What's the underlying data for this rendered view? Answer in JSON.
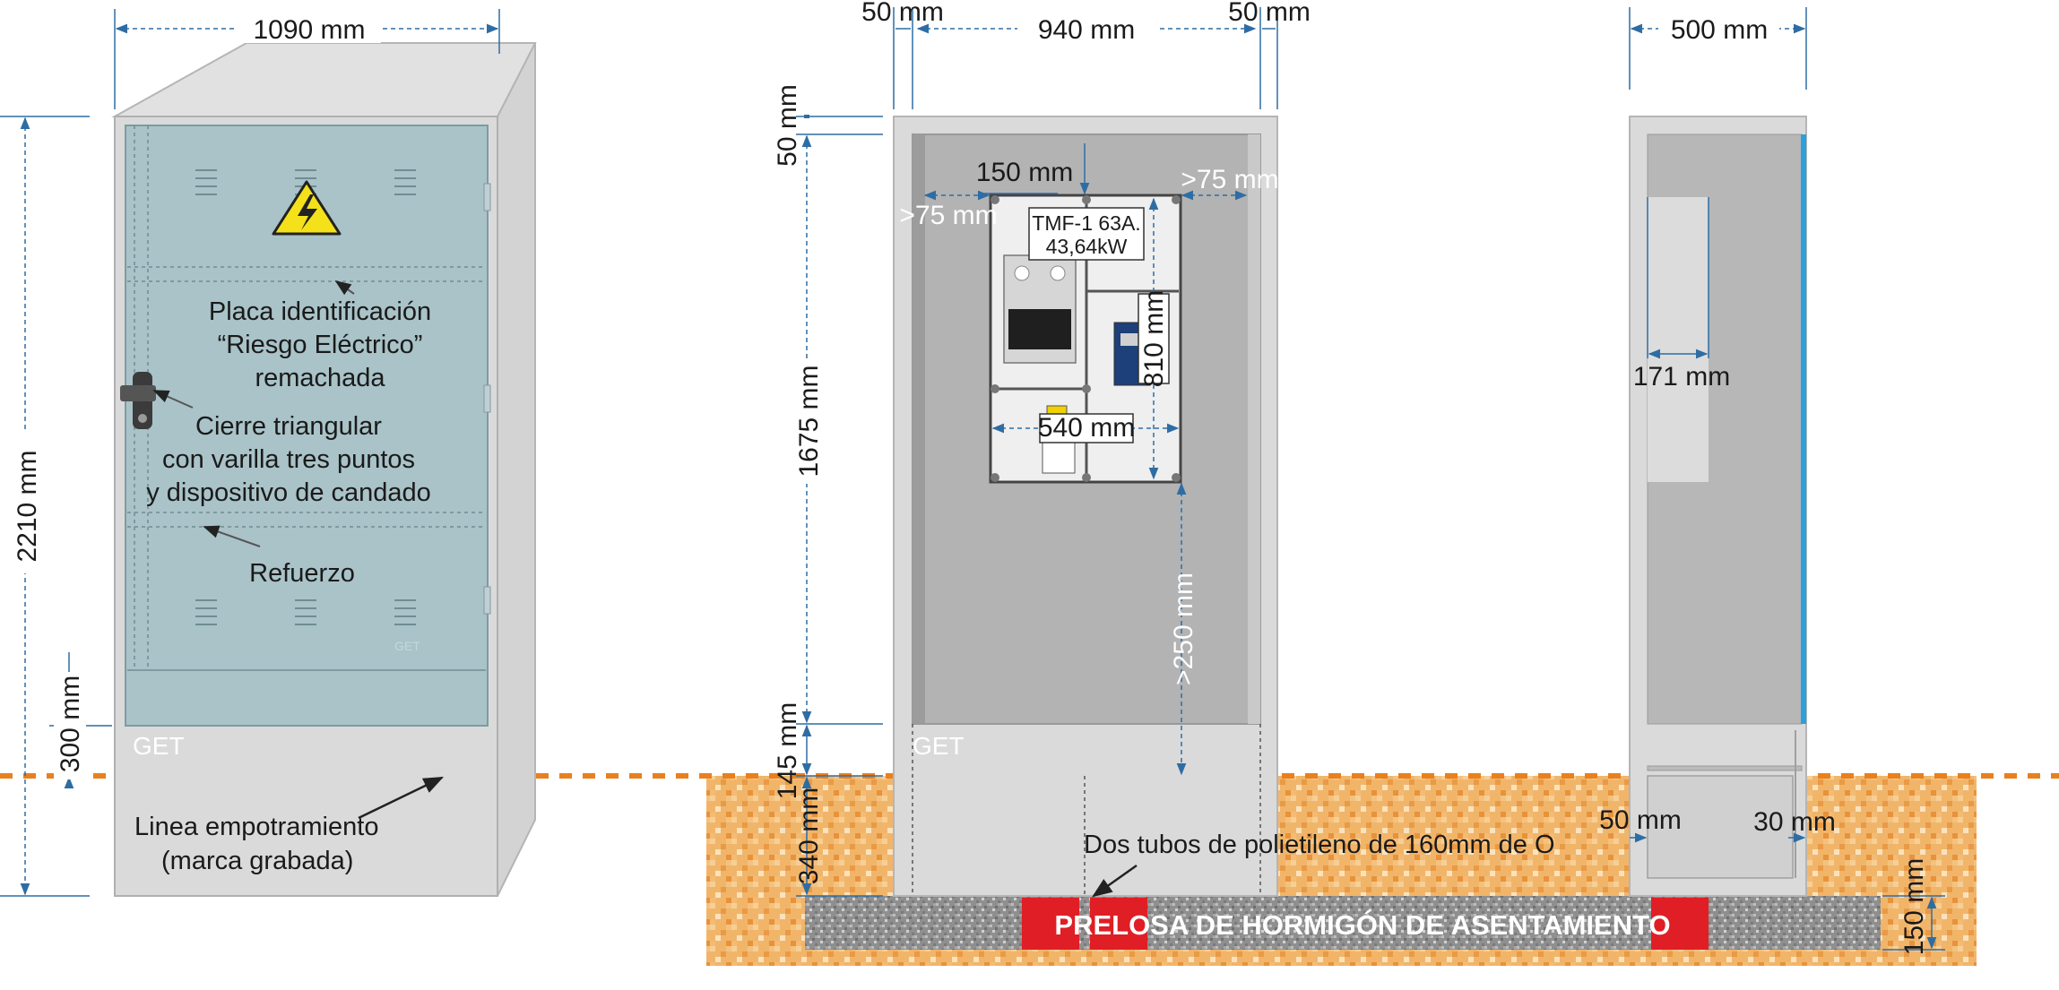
{
  "colors": {
    "door": "#a9c3c8",
    "cabinet": "#dadada",
    "cabinet_edge": "#b5b5b5",
    "interior": "#b3b3b3",
    "soil": "#f1b56a",
    "slab": "#9a9a9a",
    "tube": "#e01e25",
    "dim_line": "#2e6da4",
    "ground_line": "#e8801e",
    "blue_strip": "#2aa0dc",
    "hazard": "#f5e11a"
  },
  "icons": [
    "high-voltage-warning-icon",
    "triangular-lock-handle-icon",
    "vent-slot-icon"
  ],
  "front_view": {
    "width": "1090 mm",
    "height": "2210 mm",
    "base_height": "300 mm",
    "brand": "GET",
    "brand_small": "GET",
    "labels": {
      "placa": [
        "Placa identificación",
        "“Riesgo Eléctrico”",
        "remachada"
      ],
      "cierre": [
        "Cierre triangular",
        "con varilla tres puntos",
        "y dispositivo de candado"
      ],
      "refuerzo": "Refuerzo",
      "linea": [
        "Linea empotramiento",
        "(marca grabada)"
      ]
    }
  },
  "interior_view": {
    "margin_left": "50 mm",
    "inner_width": "940 mm",
    "margin_right": "50 mm",
    "top_margin": "50 mm",
    "inner_height": "1675 mm",
    "plinth": "145 mm",
    "buried": "340 mm",
    "top_clear": "150 mm",
    "side_clear_left": ">75 mm",
    "side_clear_right": ">75 mm",
    "module_height": "810 mm",
    "module_width": "540 mm",
    "floor_clear": ">250 mm",
    "brand": "GET",
    "meter_label": [
      "TMF-1 63A.",
      "43,64kW"
    ],
    "tubes_label": "Dos tubos de polietileno de 160mm de O",
    "slab_label": "PRELOSA DE HORMIGÓN DE ASENTAMIENTO"
  },
  "side_view": {
    "depth": "500 mm",
    "panel_width": "171 mm",
    "wall_left": "50 mm",
    "wall_right": "30 mm",
    "slab_height": "150 mm"
  }
}
